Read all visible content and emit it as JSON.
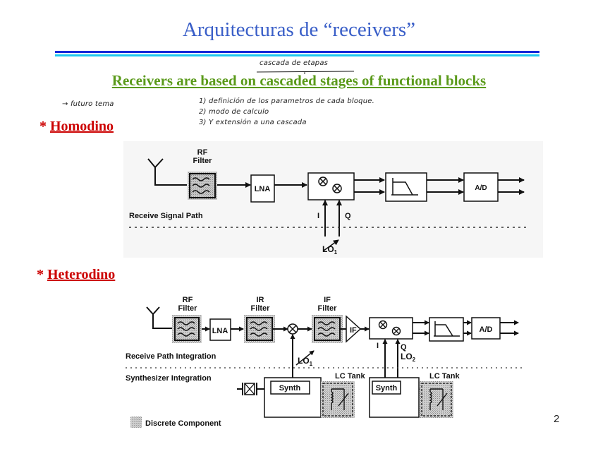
{
  "slide": {
    "title": "Arquitecturas de “receivers”",
    "subtitle": "Receivers are based on cascaded stages of functional blocks",
    "page_number": "2",
    "colors": {
      "title": "#3a5fc8",
      "subtitle": "#5a9a1a",
      "section_heading": "#cc0000",
      "rule_dark": "#1228d8",
      "rule_light": "#1ec8f0"
    }
  },
  "annotations": {
    "cascada": "cascada de etapas",
    "futuro": "→ futuro tema",
    "list": [
      "1) definición de los parametros de cada bloque.",
      "2) modo de calculo",
      "3) Y extensión a una cascada"
    ]
  },
  "sections": {
    "homodino": {
      "bullet": "*",
      "label": "Homodino"
    },
    "heterodino": {
      "bullet": "*",
      "label": "Heterodino"
    }
  },
  "homodino_diagram": {
    "rf_filter_label_1": "RF",
    "rf_filter_label_2": "Filter",
    "lna": "LNA",
    "ad": "A/D",
    "i": "I",
    "q": "Q",
    "lo": "LO",
    "lo_sub": "1",
    "region_label": "Receive Signal Path"
  },
  "heterodino_diagram": {
    "rf_filter_label_1": "RF",
    "rf_filter_label_2": "Filter",
    "ir_filter_label_1": "IR",
    "ir_filter_label_2": "Filter",
    "if_filter_label_1": "IF",
    "if_filter_label_2": "Filter",
    "lna": "LNA",
    "if_amp": "IF",
    "ad": "A/D",
    "i": "I",
    "q": "Q",
    "lo1": "LO",
    "lo1_sub": "1",
    "lo2": "LO",
    "lo2_sub": "2",
    "region_receive": "Receive Path Integration",
    "region_synth": "Synthesizer Integration",
    "synth_1": "Synth",
    "synth_2": "Synth",
    "lc_tank_1": "LC Tank",
    "lc_tank_2": "LC Tank",
    "legend": "Discrete Component"
  }
}
